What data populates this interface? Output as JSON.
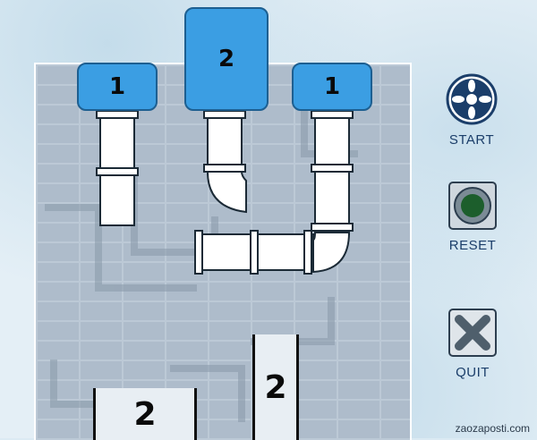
{
  "tanks": [
    {
      "id": "left",
      "value": "1"
    },
    {
      "id": "center",
      "value": "2"
    },
    {
      "id": "right",
      "value": "1"
    }
  ],
  "cups": [
    {
      "id": "left",
      "value": "2"
    },
    {
      "id": "right",
      "value": "2"
    }
  ],
  "controls": {
    "start_label": "START",
    "reset_label": "RESET",
    "quit_label": "QUIT"
  },
  "colors": {
    "tank": "#3b9ee3",
    "pipe": "#ffffff",
    "board": "#aebccb",
    "label": "#1b3e6a"
  },
  "watermark": "zaozaposti.com"
}
